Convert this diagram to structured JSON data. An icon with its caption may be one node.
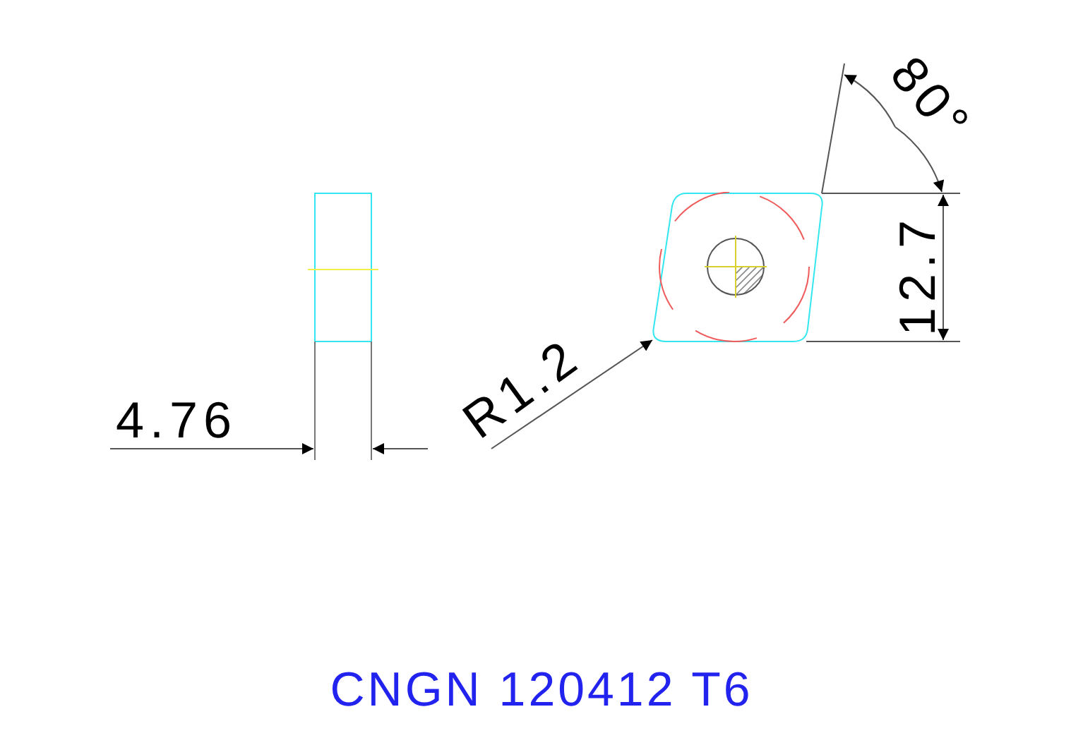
{
  "diagram": {
    "caption": "CNGN 120412 T6",
    "nodes": [
      {
        "text": [
          "R1.2"
        ]
      },
      {
        "text": [],
        "shape": "picture"
      }
    ],
    "edges": [
      {
        "from": 0,
        "to": 1,
        "arrow": "to"
      }
    ],
    "labels": [
      "80°",
      "12.7",
      "4.76"
    ]
  }
}
